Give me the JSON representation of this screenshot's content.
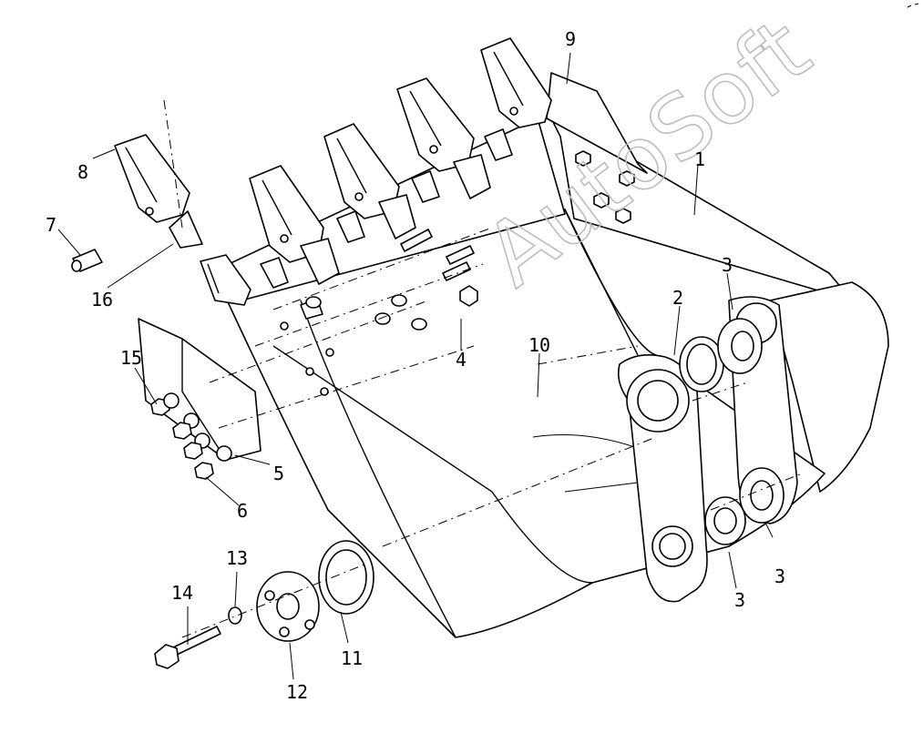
{
  "watermark": "AutoSoft",
  "labels": {
    "l1": "1",
    "l2": "2",
    "l3a": "3",
    "l3b": "3",
    "l3c": "3",
    "l4": "4",
    "l5": "5",
    "l6": "6",
    "l7": "7",
    "l8": "8",
    "l9": "9",
    "l10": "10",
    "l11": "11",
    "l12": "12",
    "l13": "13",
    "l14": "14",
    "l15": "15",
    "l16": "16"
  }
}
